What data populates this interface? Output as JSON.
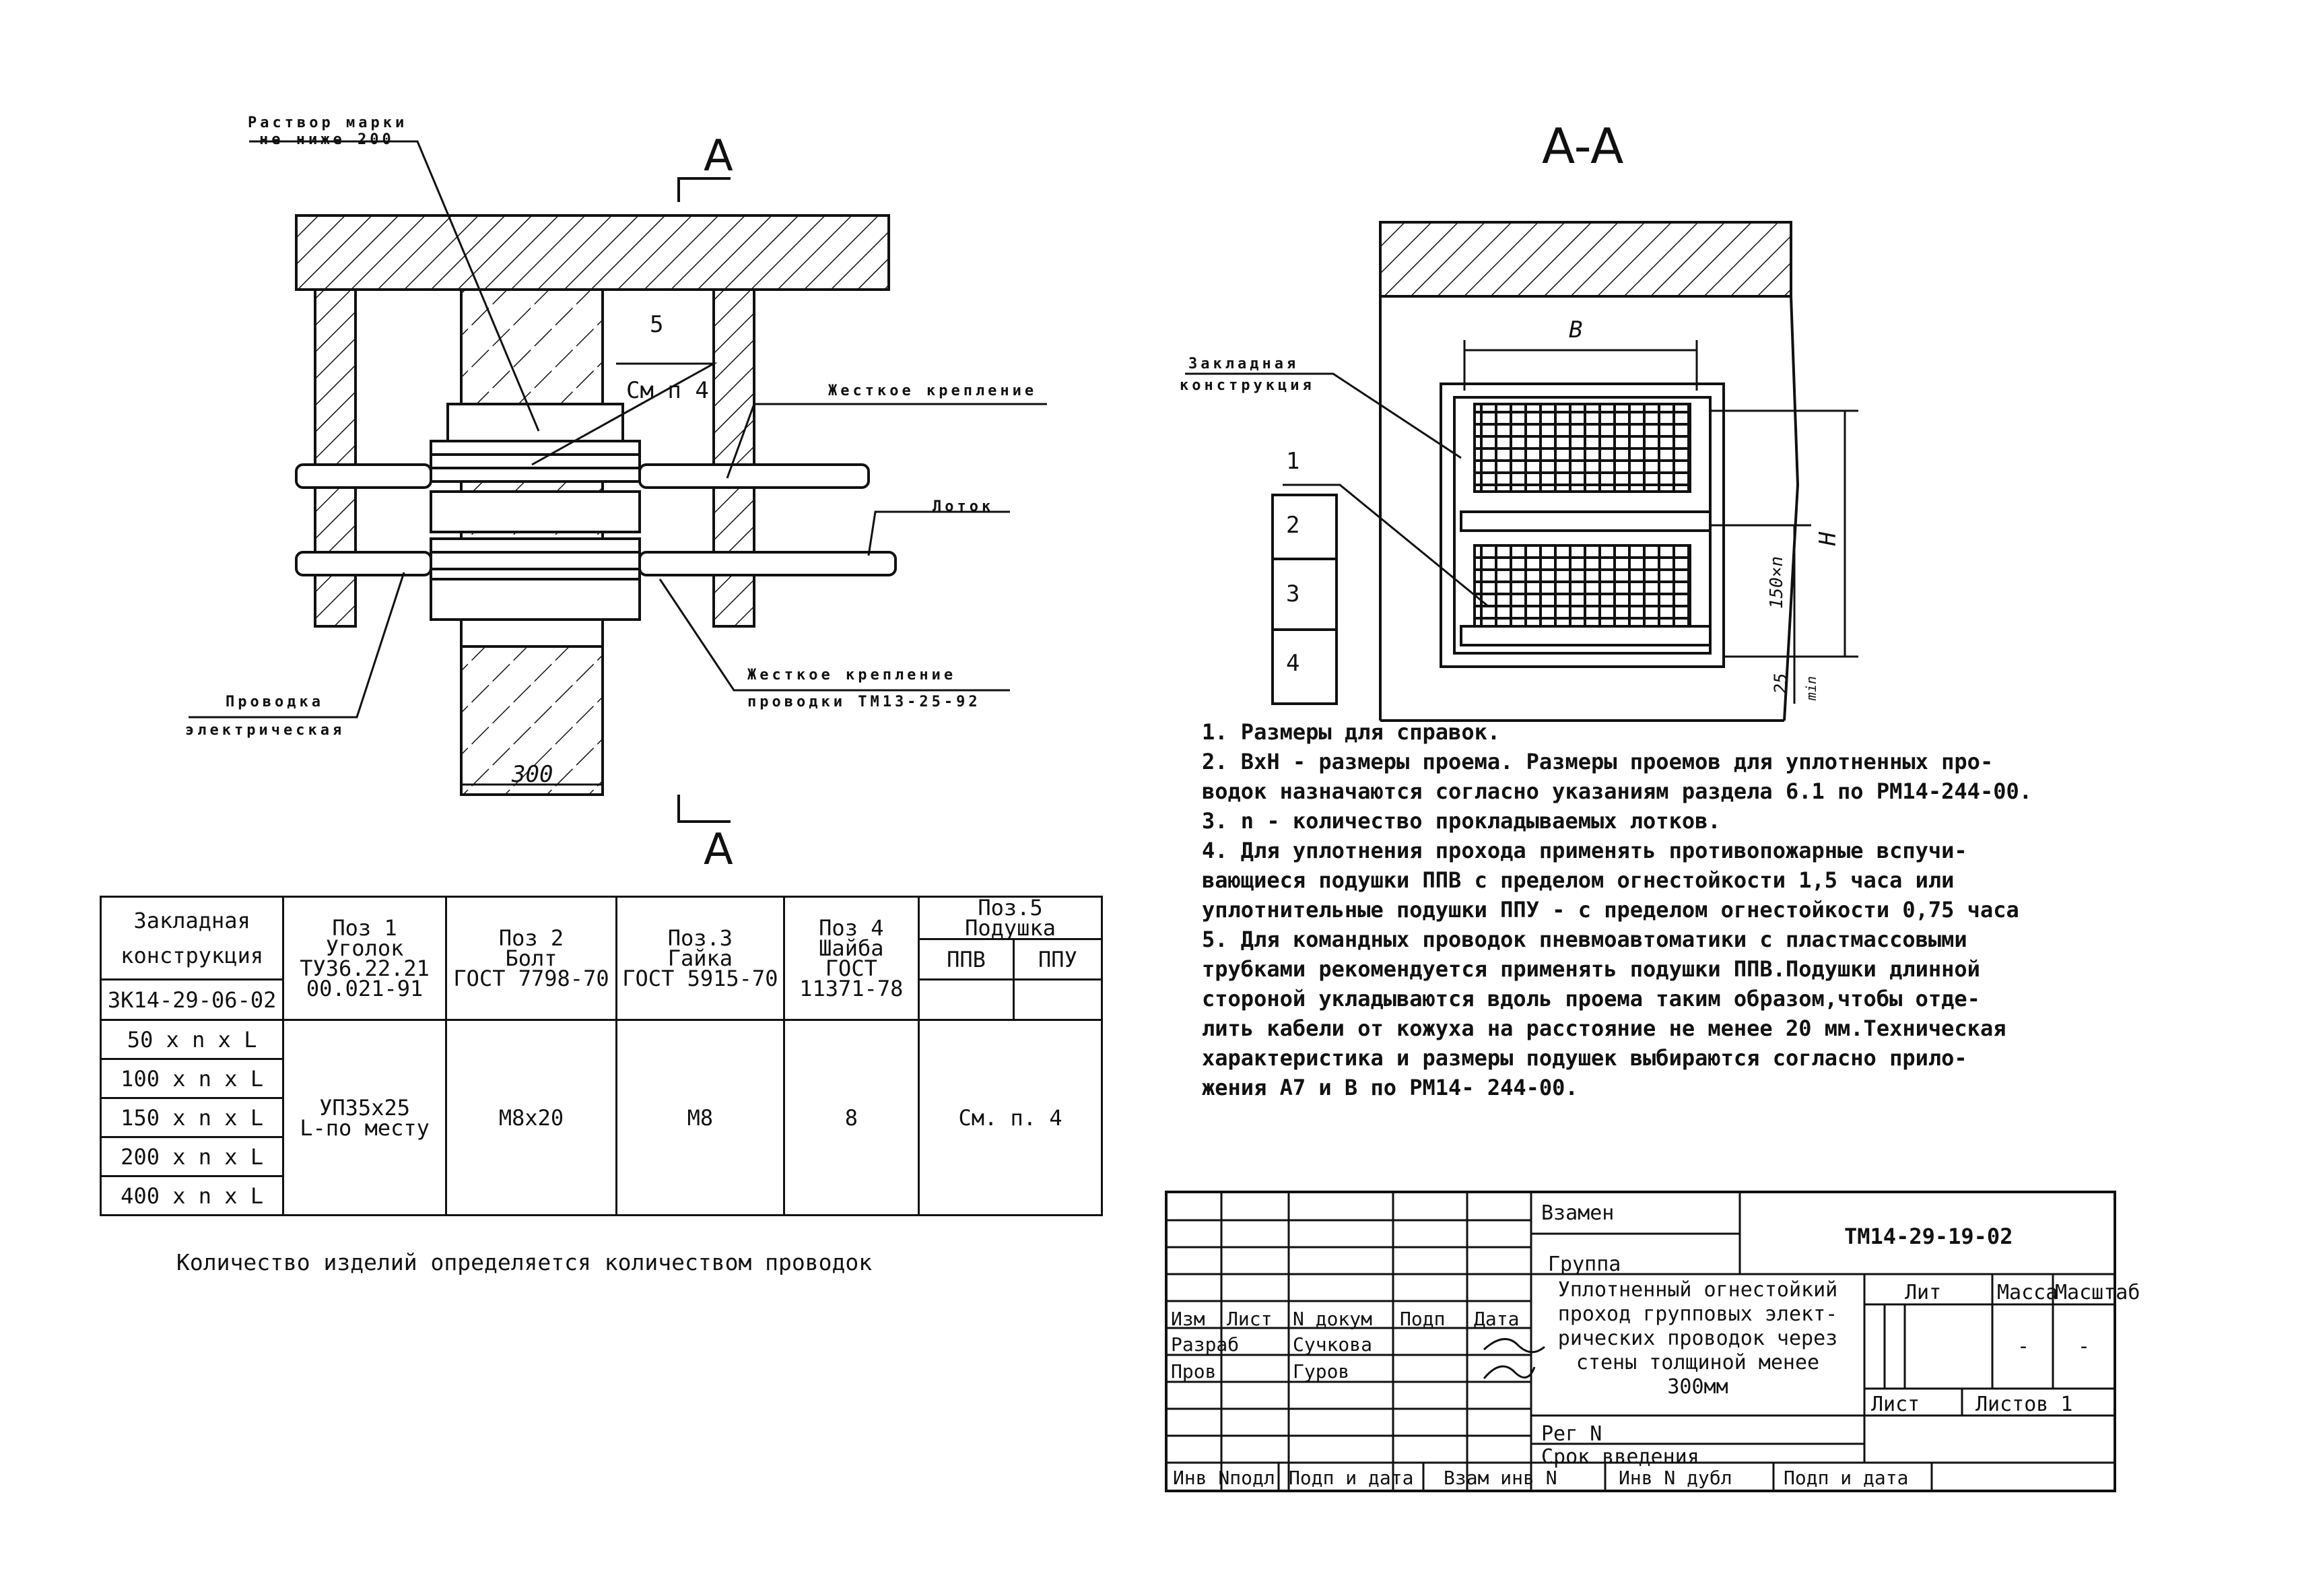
{
  "drawing": {
    "section_marker": "A",
    "section_title": "A-A",
    "left_callouts": {
      "mortar": [
        "Раствор марки",
        "не ниже 200"
      ],
      "pos5": "5",
      "see_note": "См п 4",
      "rigid_mount": "Жесткое крепление",
      "tray": "Лоток",
      "wiring": [
        "Проводка",
        "электрическая"
      ],
      "rigid_mount_wiring": [
        "Жесткое крепление",
        "проводки ТМ13-25-92"
      ],
      "wall_dim": "300"
    },
    "right_callouts": {
      "embedded": [
        "Закладная",
        "конструкция"
      ],
      "dim_b": "B",
      "dim_h": "H",
      "dim_150n": "150×n",
      "dim_25": "25",
      "dim_min": "min",
      "positions": [
        "1",
        "2",
        "3",
        "4"
      ]
    }
  },
  "notes": [
    "1. Размеры для справок.",
    "2. ВхН - размеры проема. Размеры проемов для уплотненных про-",
    "водок назначаются согласно указаниям раздела 6.1 по РМ14-244-00.",
    "3. n - количество прокладываемых лотков.",
    "4. Для уплотнения  прохода применять противопожарные вспучи-",
    "вающиеся подушки ППВ с пределом огнестойкости 1,5  часа или",
    "уплотнительные подушки ППУ - с пределом огнестойкости 0,75 часа",
    "5. Для командных проводок пневмоавтоматики с пластмассовыми",
    "трубками рекомендуется применять подушки ППВ.Подушки длинной",
    "стороной укладываются вдоль проема таким образом,чтобы отде-",
    "лить кабели от кожуха на расстояние не менее 20 мм.Техническая",
    "характеристика и размеры подушек выбираются согласно прило-",
    "жения А7 и В по РМ14- 244-00."
  ],
  "spec_table": {
    "header": {
      "col1": [
        "Закладная",
        "конструкция",
        "ЗК14-29-06-02"
      ],
      "pos1": [
        "Поз 1",
        "Уголок",
        "ТУ36.22.21",
        "00.021-91"
      ],
      "pos2": [
        "Поз 2",
        "Болт",
        "ГОСТ 7798-70"
      ],
      "pos3": [
        "Поз.3",
        "Гайка",
        "ГОСТ 5915-70"
      ],
      "pos4": [
        "Поз 4",
        "Шайба",
        "ГОСТ",
        "11371-78"
      ],
      "pos5": [
        "Поз.5",
        "Подушка"
      ],
      "ppv": "ППВ",
      "ppu": "ППУ"
    },
    "rows": [
      "50 x n x L",
      "100 x n x L",
      "150 x n x L",
      "200 x n x L",
      "400 x n x L"
    ],
    "values": {
      "pos1": [
        "УП35х25",
        "L-по месту"
      ],
      "pos2": "М8х20",
      "pos3": "М8",
      "pos4": "8",
      "pos5": "См. п. 4"
    },
    "footnote": "Количество изделий определяется количеством проводок"
  },
  "title_block": {
    "vzamen": "Взамен",
    "gruppa": "Группа",
    "code": "ТМ14-29-19-02",
    "title": [
      "Уплотненный огнестойкий",
      "проход групповых элект-",
      "рических проводок через",
      "стены толщиной менее",
      "300мм"
    ],
    "cols": [
      "Изм",
      "Лист",
      "N докум",
      "Подп",
      "Дата"
    ],
    "razrab": "Разраб",
    "razrab_name": "Сучкова",
    "prov": "Пров",
    "prov_name": "Гуров",
    "lit": "Лит",
    "massa": "Масса",
    "masshtab": "Масштаб",
    "massa_val": "-",
    "masshtab_val": "-",
    "list": "Лист",
    "listov": "Листов 1",
    "reg": "Рег N",
    "srok": "Срок введения",
    "bottom": [
      "Инв Nподл",
      "Подп и дата",
      "Взам инв N",
      "Инв N дубл",
      "Подп и дата"
    ]
  }
}
